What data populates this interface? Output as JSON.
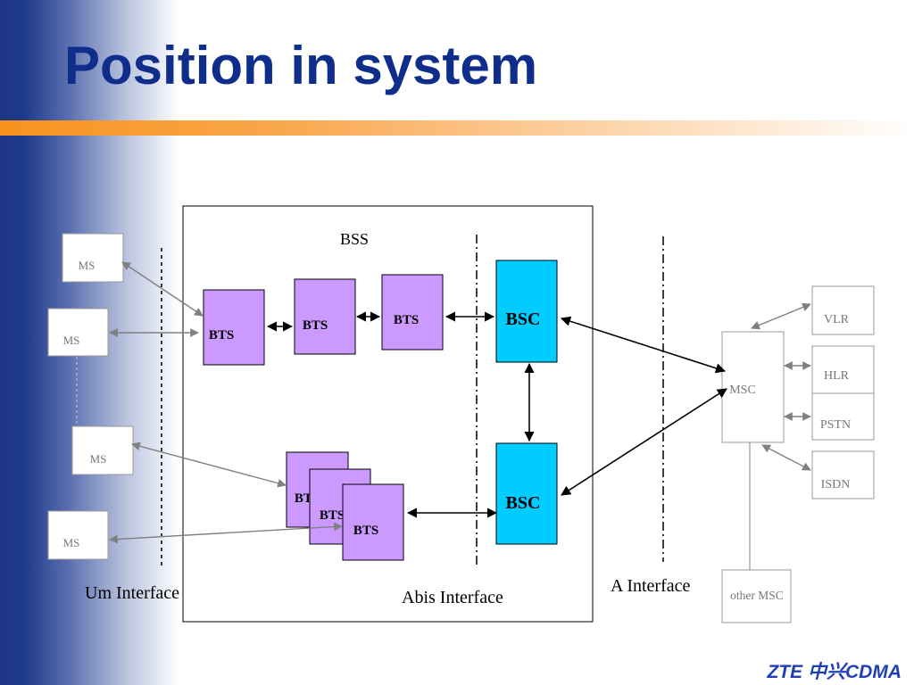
{
  "slide": {
    "title": "Position in system",
    "footer": {
      "brand": "ZTE",
      "product": "中兴CDMA"
    }
  },
  "diagram": {
    "bss_label": "BSS",
    "ms_label": "MS",
    "bts_label": "BTS",
    "bsc_label": "BSC",
    "msc_label": "MSC",
    "vlr_label": "VLR",
    "hlr_label": "HLR",
    "pstn_label": "PSTN",
    "isdn_label": "ISDN",
    "other_msc_label": "other MSC",
    "um_interface_label": "Um Interface",
    "abis_interface_label": "Abis Interface",
    "a_interface_label": "A Interface"
  },
  "colors": {
    "title": "#0f2d8a",
    "accent_bar": "#f7931e",
    "bts_fill": "#cc99ff",
    "bsc_fill": "#00ccff",
    "footer": "#1f3fb5"
  }
}
